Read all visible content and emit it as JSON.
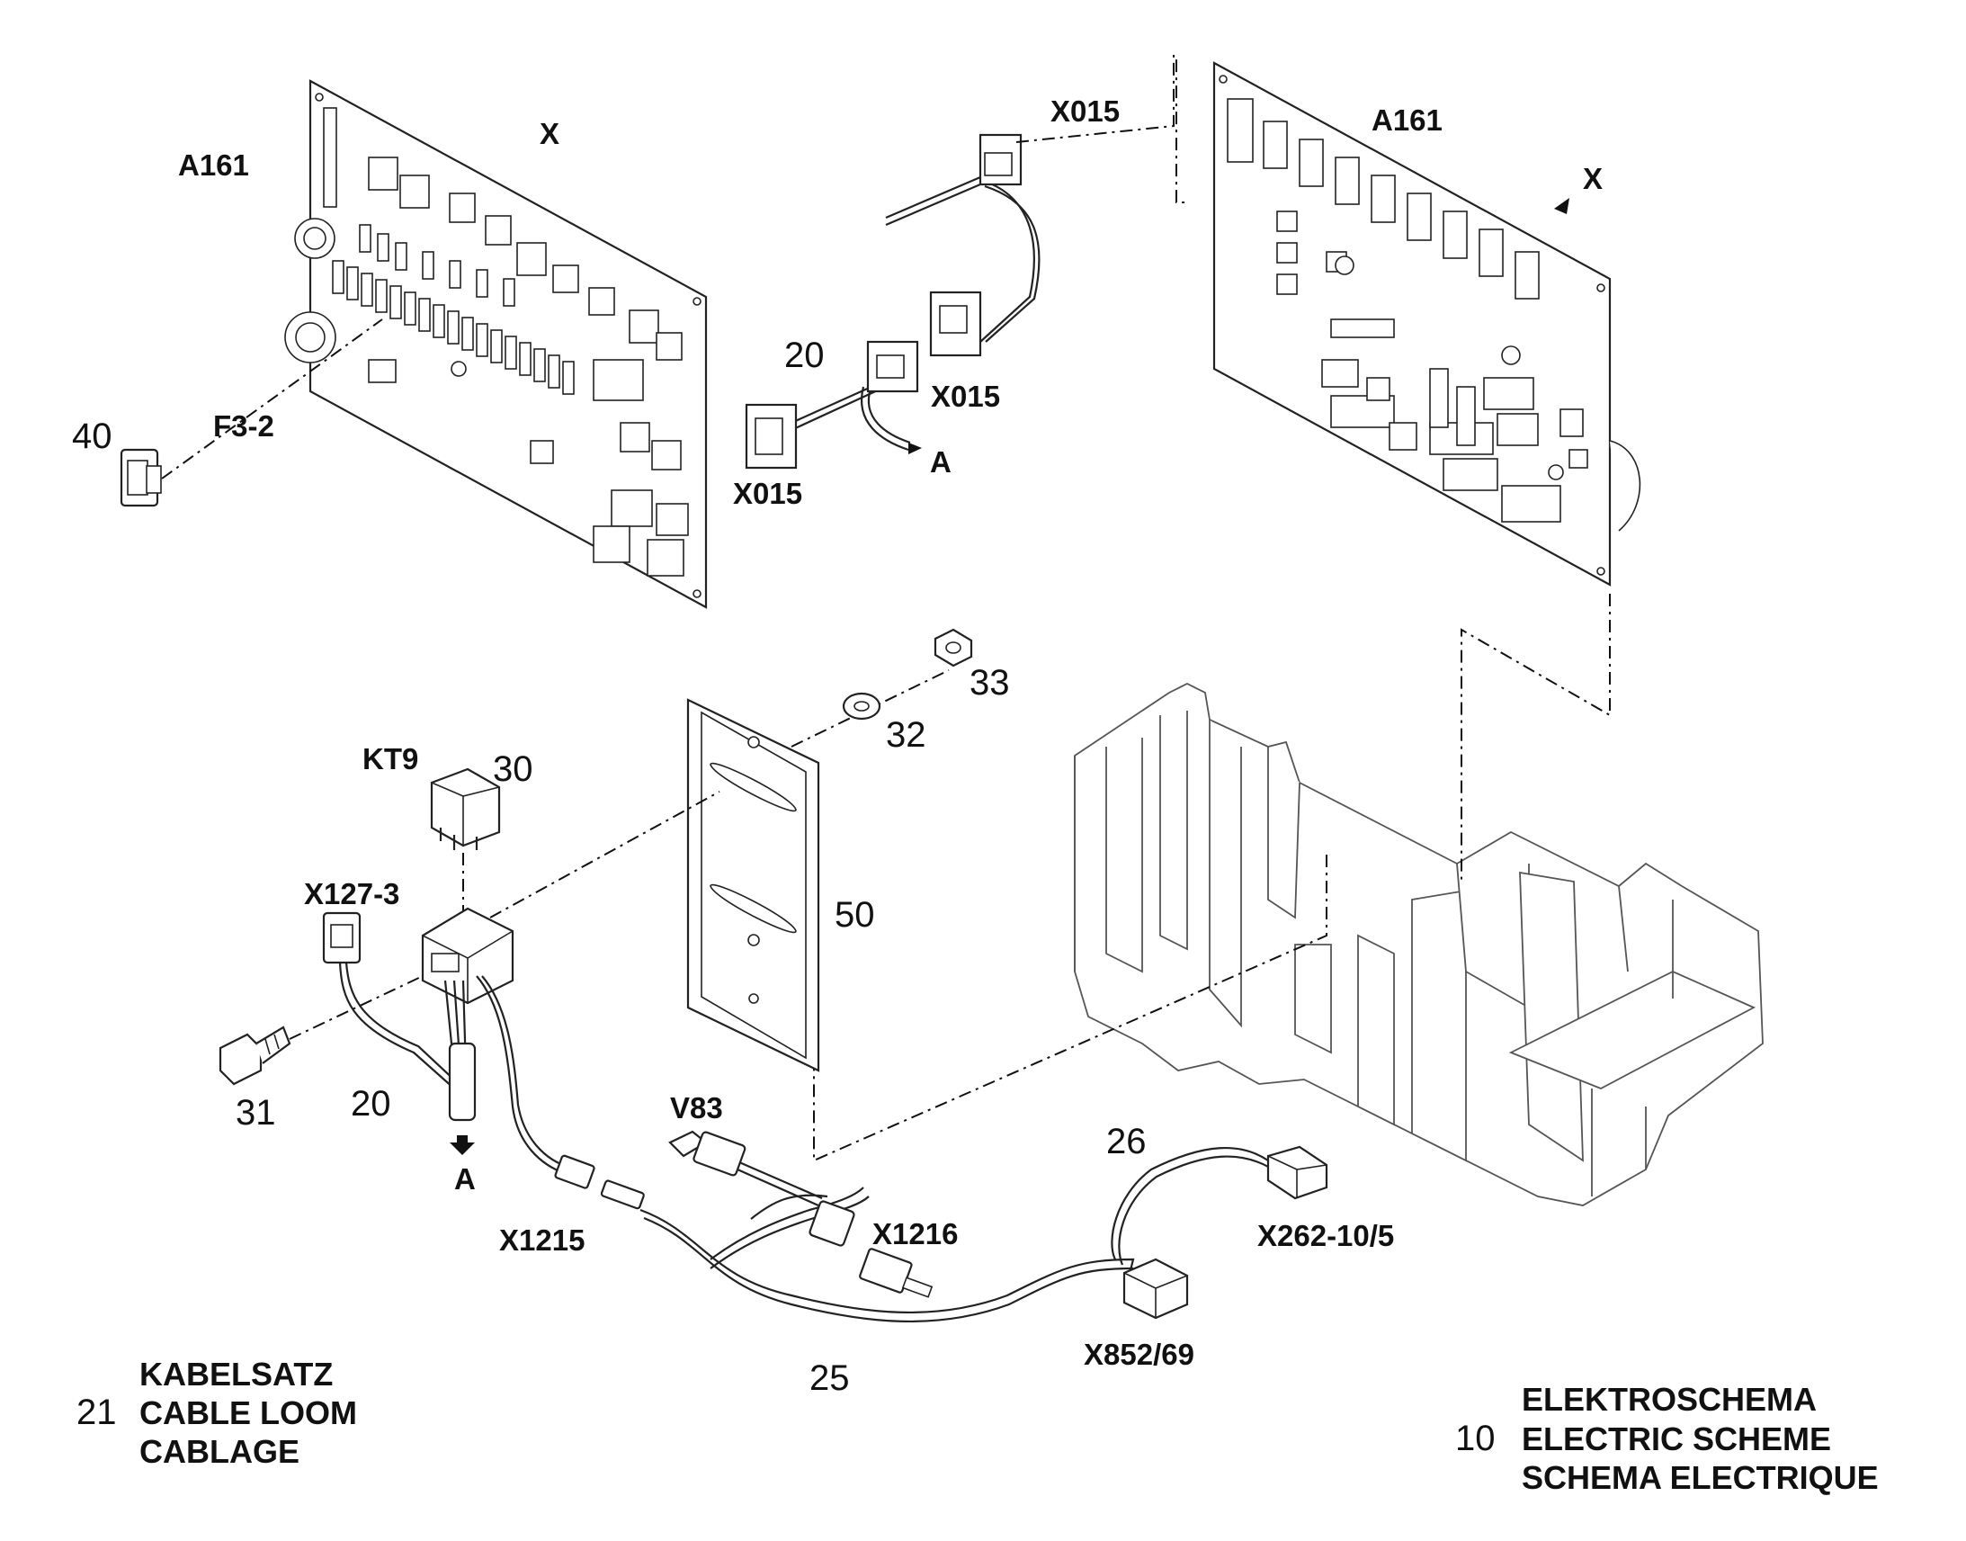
{
  "labels": {
    "a161_left": "A161",
    "x_top": "X",
    "x015_top": "X015",
    "a161_right": "A161",
    "x_right": "X",
    "n20_top": "20",
    "x015_mid": "X015",
    "x015_low": "X015",
    "a_top": "A",
    "n40": "40",
    "f3_2": "F3-2",
    "n33": "33",
    "n32": "32",
    "kt9": "KT9",
    "n30": "30",
    "x127_3": "X127-3",
    "n50": "50",
    "n31": "31",
    "n20_low": "20",
    "a_low": "A",
    "v83": "V83",
    "n26": "26",
    "x1215": "X1215",
    "x1216": "X1216",
    "x262": "X262-10/5",
    "x852": "X852/69",
    "n25": "25"
  },
  "legend_left": {
    "number": "21",
    "lines": [
      "KABELSATZ",
      "CABLE LOOM",
      "CABLAGE"
    ]
  },
  "legend_right": {
    "number": "10",
    "lines": [
      "ELEKTROSCHEMA",
      "ELECTRIC SCHEME",
      "SCHEMA ELECTRIQUE"
    ]
  }
}
